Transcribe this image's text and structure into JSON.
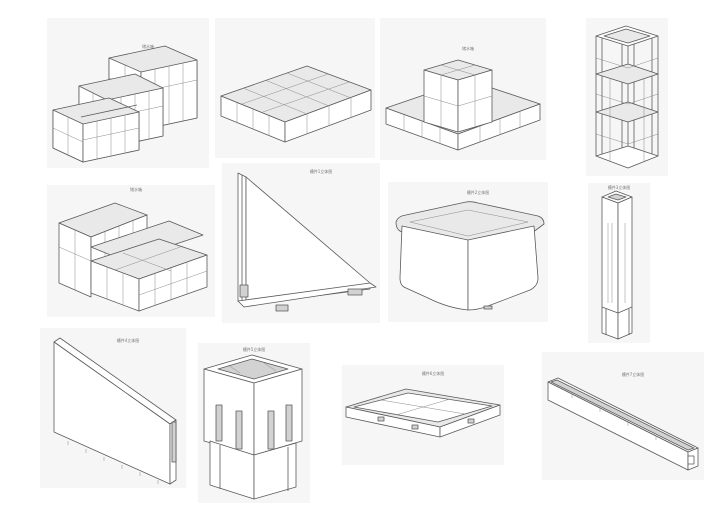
{
  "panels": [
    {
      "id": "p1",
      "caption": "储水箱"
    },
    {
      "id": "p2",
      "caption": ""
    },
    {
      "id": "p3",
      "caption": "储水箱"
    },
    {
      "id": "p4",
      "caption": ""
    },
    {
      "id": "p5",
      "caption": "储水箱"
    },
    {
      "id": "p6",
      "caption": "槽件1立体图"
    },
    {
      "id": "p7",
      "caption": "槽件2立体图"
    },
    {
      "id": "p8",
      "caption": "槽件3立体图"
    },
    {
      "id": "p9",
      "caption": "槽件4立体图"
    },
    {
      "id": "p10",
      "caption": "槽件5立体图"
    },
    {
      "id": "p11",
      "caption": "槽件6立体图"
    },
    {
      "id": "p12",
      "caption": "槽件7立体图"
    }
  ]
}
